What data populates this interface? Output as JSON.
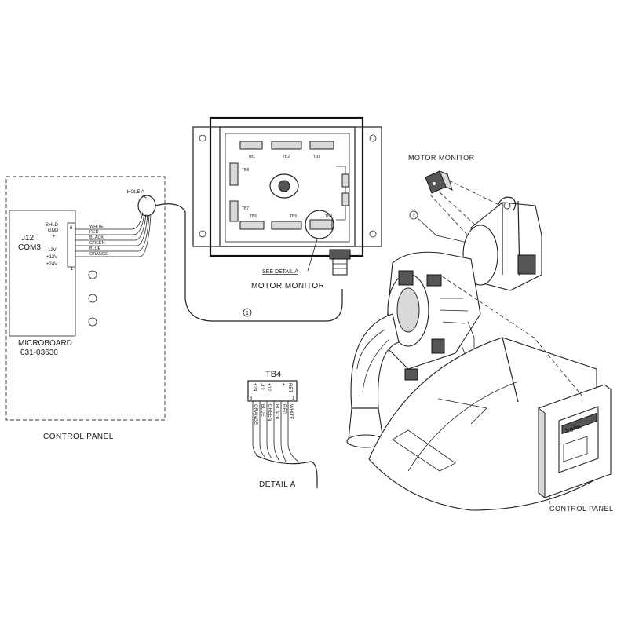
{
  "control_panel": {
    "caption": "CONTROL PANEL",
    "j12_label": "J12",
    "com_label": "COM3",
    "pin_labels": [
      "SHLD",
      "GND",
      "+",
      "-",
      "-12V",
      "+12V",
      "+24V"
    ],
    "pin_numbers": [
      "6",
      "1"
    ],
    "wire_colors": [
      "WHITE",
      "RED",
      "BLACK",
      "GREEN",
      "BLUE",
      "ORANGE"
    ],
    "microboard_label": "MICROBOARD",
    "microboard_part": "031-03630"
  },
  "hole": {
    "label": "HOLE A"
  },
  "monitor_board": {
    "caption": "MOTOR MONITOR",
    "terminal_labels": [
      "TB1",
      "TB2",
      "TB3",
      "TB4",
      "TB5",
      "TB6",
      "TB7",
      "TB8"
    ],
    "see_detail": "SEE DETAIL A"
  },
  "cable_callout": "1",
  "detail": {
    "tb_title": "TB4",
    "terminal_labels": [
      "+24",
      "-12",
      "+12",
      "-",
      "+",
      "RET"
    ],
    "pin_numbers": [
      "6",
      "1"
    ],
    "wire_colors": [
      "ORANGE",
      "BLUE",
      "GREEN",
      "BLACK",
      "RED",
      "WHITE"
    ],
    "caption": "DETAIL A"
  },
  "unit": {
    "monitor_caption": "MOTOR MONITOR",
    "panel_caption": "CONTROL PANEL",
    "callout": "1",
    "brand": "YORK"
  }
}
